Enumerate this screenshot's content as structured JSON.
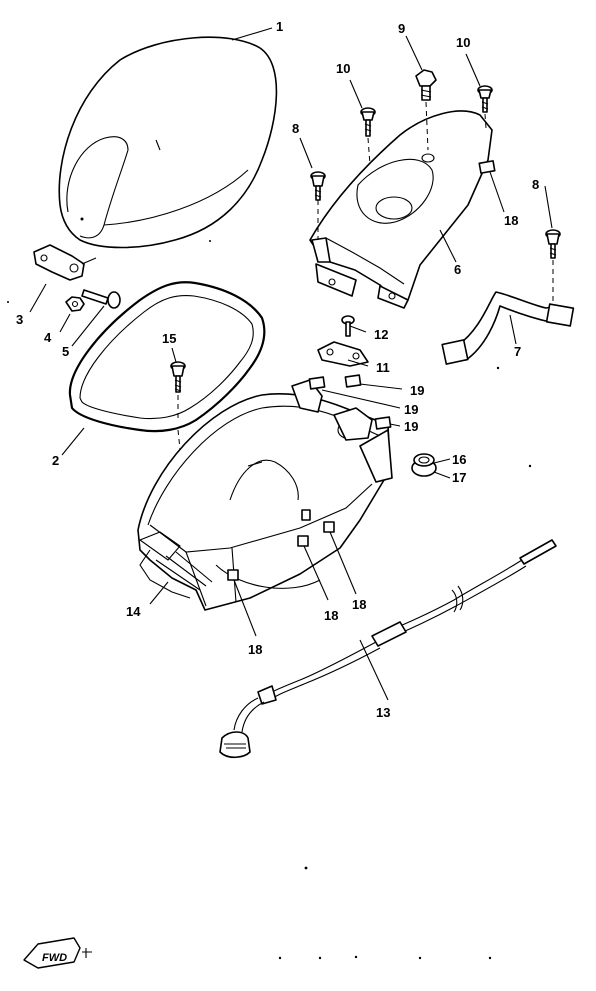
{
  "callouts": [
    {
      "id": "c1",
      "text": "1"
    },
    {
      "id": "c2",
      "text": "2"
    },
    {
      "id": "c3",
      "text": "3"
    },
    {
      "id": "c4",
      "text": "4"
    },
    {
      "id": "c5",
      "text": "5"
    },
    {
      "id": "c6",
      "text": "6"
    },
    {
      "id": "c7",
      "text": "7"
    },
    {
      "id": "c8a",
      "text": "8"
    },
    {
      "id": "c8b",
      "text": "8"
    },
    {
      "id": "c9",
      "text": "9"
    },
    {
      "id": "c10a",
      "text": "10"
    },
    {
      "id": "c10b",
      "text": "10"
    },
    {
      "id": "c11",
      "text": "11"
    },
    {
      "id": "c12",
      "text": "12"
    },
    {
      "id": "c13",
      "text": "13"
    },
    {
      "id": "c14",
      "text": "14"
    },
    {
      "id": "c15",
      "text": "15"
    },
    {
      "id": "c16",
      "text": "16"
    },
    {
      "id": "c17",
      "text": "17"
    },
    {
      "id": "c18a",
      "text": "18"
    },
    {
      "id": "c18b",
      "text": "18"
    },
    {
      "id": "c18c",
      "text": "18"
    },
    {
      "id": "c18d",
      "text": "18"
    },
    {
      "id": "c19a",
      "text": "19"
    },
    {
      "id": "c19b",
      "text": "19"
    },
    {
      "id": "c19c",
      "text": "19"
    }
  ],
  "fwd_badge": {
    "text": "FWD"
  }
}
